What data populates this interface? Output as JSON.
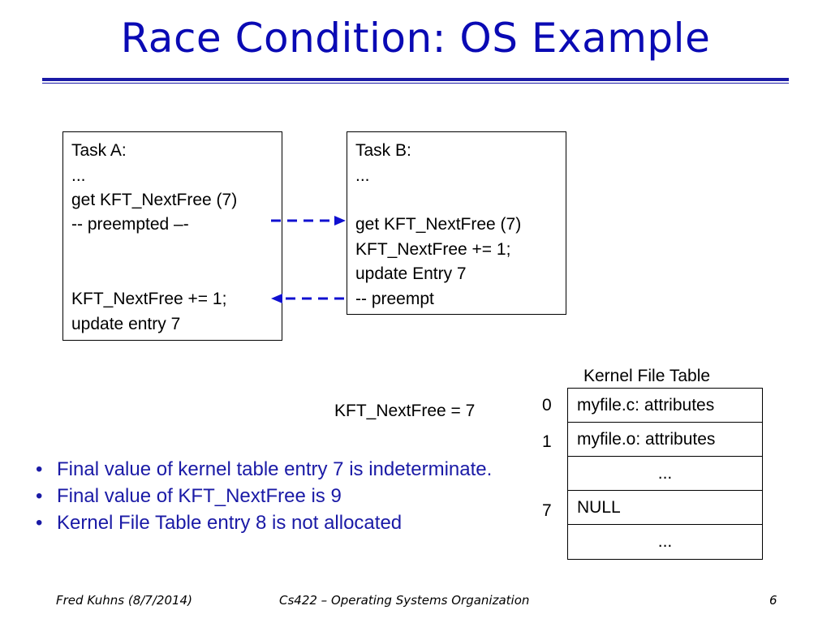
{
  "title": "Race Condition: OS Example",
  "task_a": {
    "lines": [
      "Task A:",
      "...",
      "get KFT_NextFree (7)",
      "-- preempted –-",
      "KFT_NextFree += 1;",
      "update entry 7"
    ]
  },
  "task_b": {
    "lines": [
      "Task B:",
      "...",
      "get KFT_NextFree (7)",
      "KFT_NextFree += 1;",
      "update Entry 7",
      "-- preempt"
    ]
  },
  "kft_label": "KFT_NextFree = 7",
  "kernel_table": {
    "title": "Kernel File Table",
    "rows": [
      {
        "index": "0",
        "value": "myfile.c: attributes"
      },
      {
        "index": "1",
        "value": "myfile.o: attributes"
      },
      {
        "index": "",
        "value": "..."
      },
      {
        "index": "7",
        "value": "NULL"
      },
      {
        "index": "",
        "value": "..."
      }
    ]
  },
  "bullets": [
    "Final value of kernel table entry 7 is indeterminate.",
    "Final value of KFT_NextFree is 9",
    "Kernel File Table entry 8 is not allocated"
  ],
  "footer": {
    "author": "Fred Kuhns (8/7/2014)",
    "course": "Cs422 – Operating Systems Organization",
    "page": "6"
  },
  "colors": {
    "title": "#0a0ab4",
    "arrow": "#1010d0",
    "bullet_text": "#1a1aa6"
  }
}
